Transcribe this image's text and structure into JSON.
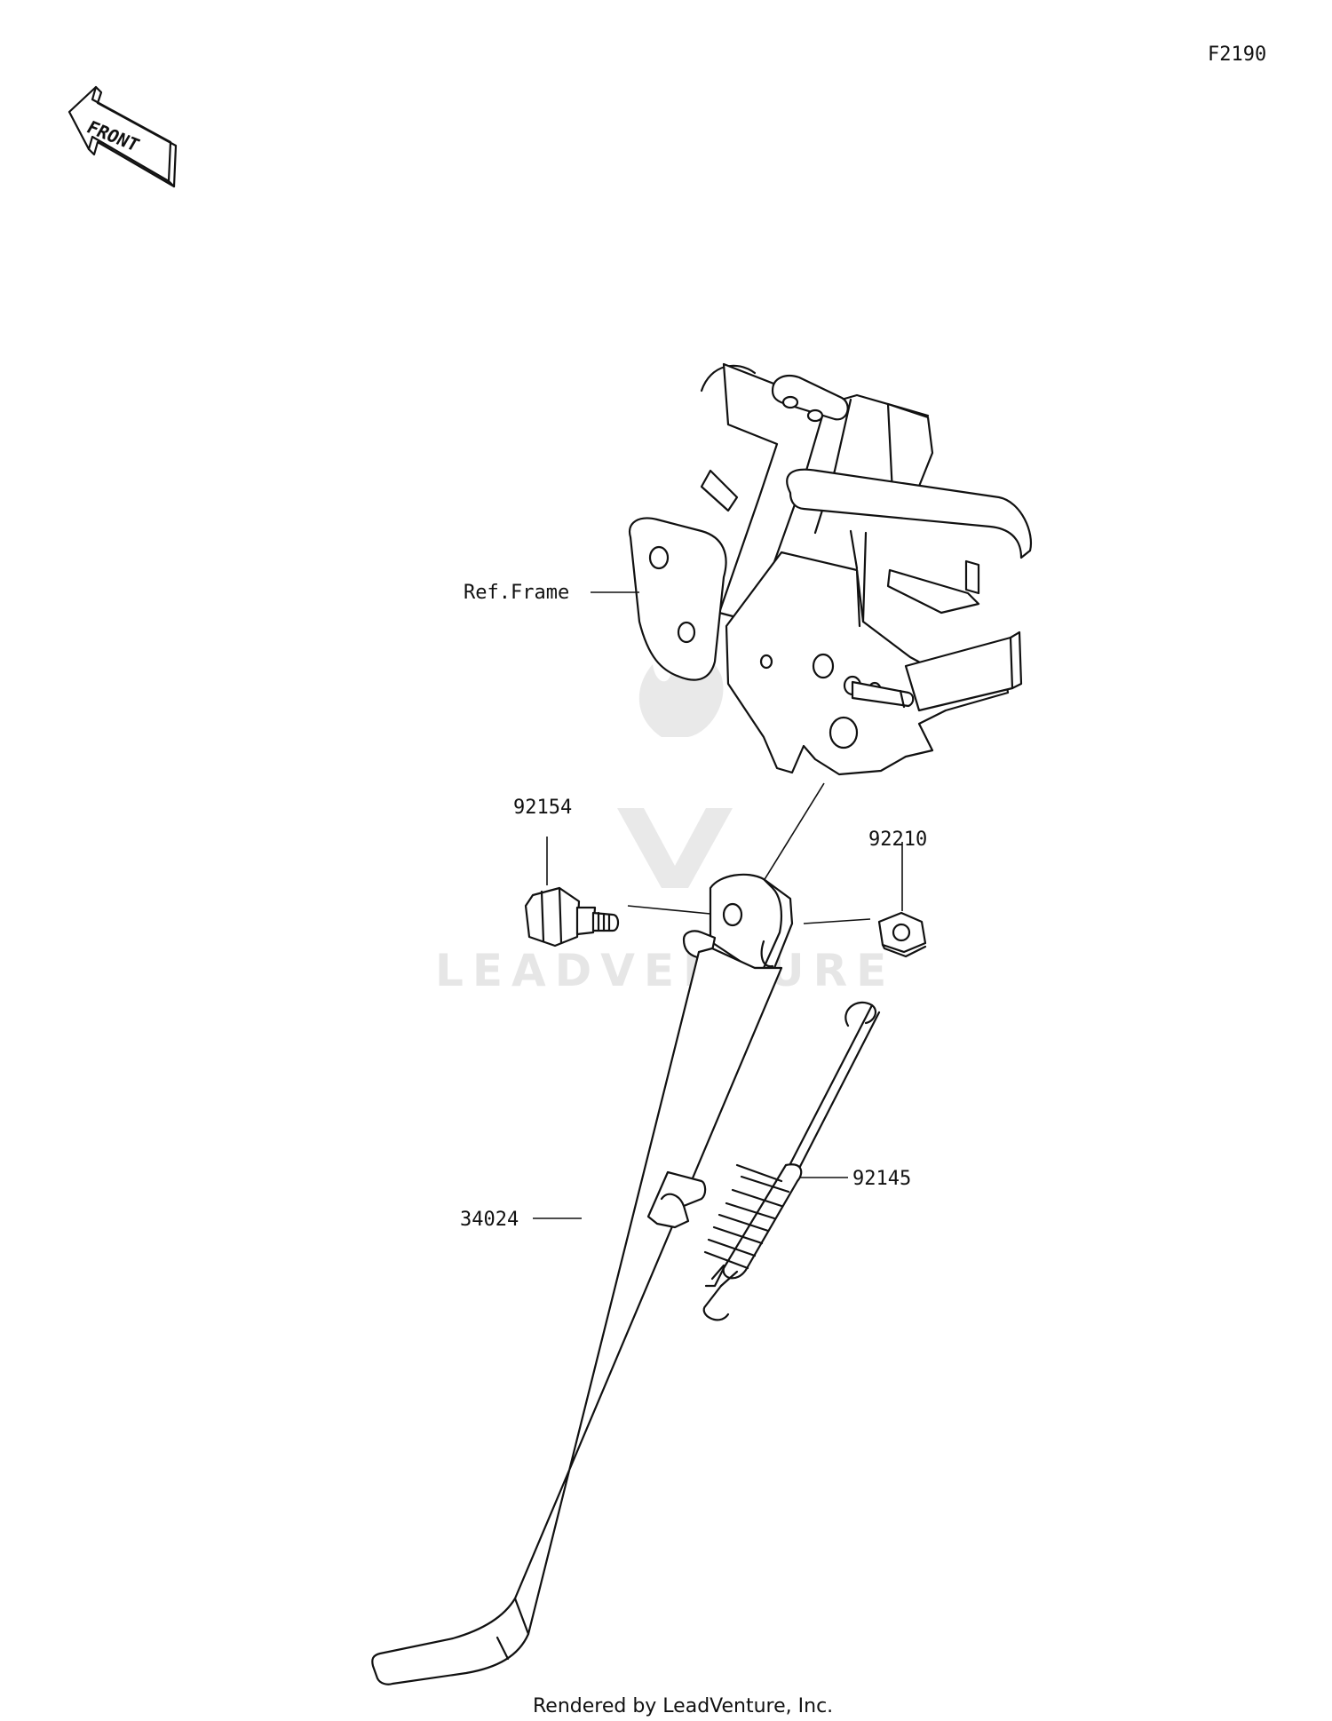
{
  "diagram_code": "F2190",
  "front_indicator": "FRONT",
  "reference_label": "Ref.Frame",
  "watermark": "LEADVENTURE",
  "parts": [
    {
      "number": "92154",
      "name": "Bolt"
    },
    {
      "number": "92210",
      "name": "Nut"
    },
    {
      "number": "92145",
      "name": "Spring"
    },
    {
      "number": "34024",
      "name": "Side Stand"
    }
  ],
  "footer": "Rendered by LeadVenture, Inc.",
  "colors": {
    "line": "#111111",
    "watermark": "#e6e6e6",
    "background": "#ffffff"
  }
}
